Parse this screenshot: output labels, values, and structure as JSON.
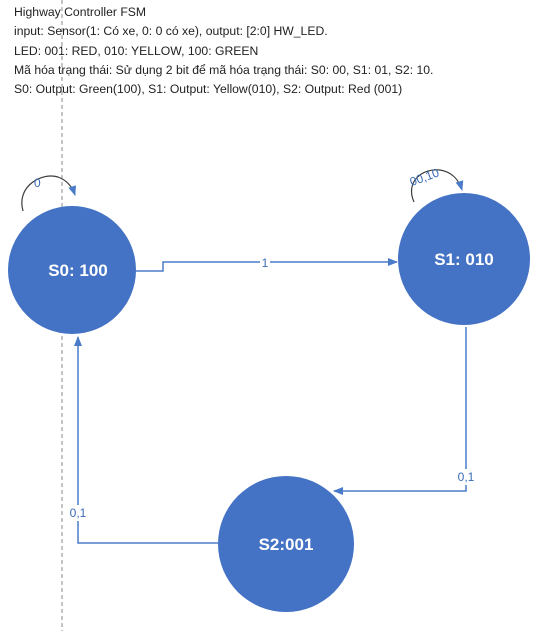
{
  "description": {
    "title": "Highway Controller FSM",
    "line_io": "input: Sensor(1: Có xe, 0: 0 có xe),  output: [2:0] HW_LED.",
    "line_led": "LED: 001: RED, 010: YELLOW, 100: GREEN",
    "line_encoding": "Mã hóa trạng thái: Sử dụng 2 bit để mã hóa trạng thái: S0: 00, S1: 01, S2: 10.",
    "line_outputs": "S0: Output: Green(100), S1: Output: Yellow(010), S2: Output: Red (001)"
  },
  "states": {
    "s0": "S0: 100",
    "s1": "S1: 010",
    "s2": "S2:001"
  },
  "transitions": {
    "s0_self": "0",
    "s0_to_s1": "1",
    "s1_self": "00,10",
    "s1_to_s2": "0,1",
    "s2_to_s0": "0,1"
  },
  "colors": {
    "node_fill": "#4472c4",
    "edge": "#4a7bc8",
    "guide": "#888888"
  }
}
